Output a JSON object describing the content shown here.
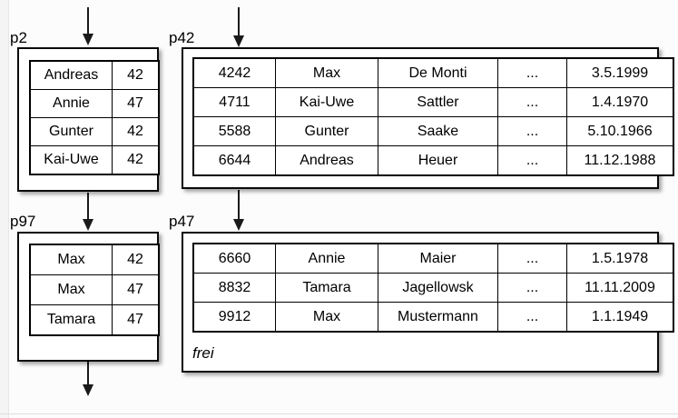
{
  "diagram": {
    "pages": {
      "p2": {
        "label": "p2",
        "rows": [
          [
            "Andreas",
            "42"
          ],
          [
            "Annie",
            "47"
          ],
          [
            "Gunter",
            "42"
          ],
          [
            "Kai-Uwe",
            "42"
          ]
        ]
      },
      "p42": {
        "label": "p42",
        "rows": [
          [
            "4242",
            "Max",
            "De Monti",
            "...",
            "3.5.1999"
          ],
          [
            "4711",
            "Kai-Uwe",
            "Sattler",
            "...",
            "1.4.1970"
          ],
          [
            "5588",
            "Gunter",
            "Saake",
            "...",
            "5.10.1966"
          ],
          [
            "6644",
            "Andreas",
            "Heuer",
            "...",
            "11.12.1988"
          ]
        ]
      },
      "p97": {
        "label": "p97",
        "rows": [
          [
            "Max",
            "42"
          ],
          [
            "Max",
            "47"
          ],
          [
            "Tamara",
            "47"
          ]
        ]
      },
      "p47": {
        "label": "p47",
        "rows": [
          [
            "6660",
            "Annie",
            "Maier",
            "...",
            "1.5.1978"
          ],
          [
            "8832",
            "Tamara",
            "Jagellowsk",
            "...",
            "11.11.2009"
          ],
          [
            "9912",
            "Max",
            "Mustermann",
            "...",
            "1.1.1949"
          ]
        ],
        "free_label": "frei"
      }
    },
    "colors": {
      "line": "#000000",
      "page_background": "#ffffff",
      "canvas_background": "#fcfcfc"
    }
  }
}
